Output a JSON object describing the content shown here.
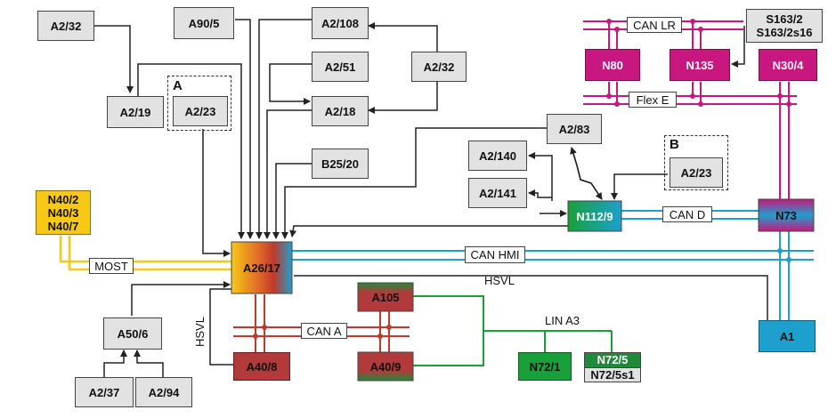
{
  "nodes": {
    "a2_32_left": "A2/32",
    "a90_5": "A90/5",
    "a2_108": "A2/108",
    "a2_51": "A2/51",
    "a2_32_right": "A2/32",
    "a2_19": "A2/19",
    "a2_23_a": "A2/23",
    "a2_18": "A2/18",
    "b25_20": "B25/20",
    "a2_83": "A2/83",
    "a2_140": "A2/140",
    "a2_141": "A2/141",
    "a2_23_b": "A2/23",
    "n112_9": "N112/9",
    "n73": "N73",
    "n80": "N80",
    "n135": "N135",
    "n30_4": "N30/4",
    "s163": [
      "S163/2",
      "S163/2s16"
    ],
    "n40": [
      "N40/2",
      "N40/3",
      "N40/7"
    ],
    "a26_17": "A26/17",
    "a50_6": "A50/6",
    "a2_37": "A2/37",
    "a2_94": "A2/94",
    "a40_8": "A40/8",
    "a105": "A105",
    "a40_9": "A40/9",
    "n72_1": "N72/1",
    "n72_5": "N72/5",
    "n72_5s1": "N72/5s1",
    "a1": "A1"
  },
  "groups": {
    "a": "A",
    "b": "B"
  },
  "buses": {
    "can_lr": "CAN LR",
    "flex_e": "Flex E",
    "can_d": "CAN D",
    "can_hmi": "CAN HMI",
    "hsvl_h": "HSVL",
    "hsvl_v": "HSVL",
    "most": "MOST",
    "can_a": "CAN A",
    "lin_a3": "LIN A3"
  },
  "colors": {
    "line": "#222222",
    "can_cyan": "#1ea0cf",
    "flex_magenta": "#c8177e",
    "most_yellow": "#f7c815",
    "can_red": "#c0392b",
    "lin_green": "#18a03a",
    "box_grey": "#e2e2e2"
  }
}
